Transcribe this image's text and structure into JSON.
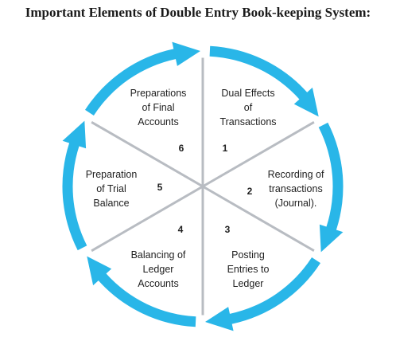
{
  "title": "Important Elements of Double Entry Book-keeping System:",
  "colors": {
    "arrow": "#29b6e8",
    "divider": "#b8bcc2",
    "text": "#1f1f1f"
  },
  "segments": [
    {
      "number": "1",
      "lines": [
        "Dual Effects",
        "of",
        "Transactions"
      ]
    },
    {
      "number": "2",
      "lines": [
        "Recording of",
        "transactions",
        "(Journal)."
      ]
    },
    {
      "number": "3",
      "lines": [
        "Posting",
        "Entries to",
        "Ledger"
      ]
    },
    {
      "number": "4",
      "lines": [
        "Balancing of",
        "Ledger",
        "Accounts"
      ]
    },
    {
      "number": "5",
      "lines": [
        "Preparation",
        "of Trial",
        "Balance"
      ]
    },
    {
      "number": "6",
      "lines": [
        "Preparations",
        "of Final",
        "Accounts"
      ]
    }
  ]
}
